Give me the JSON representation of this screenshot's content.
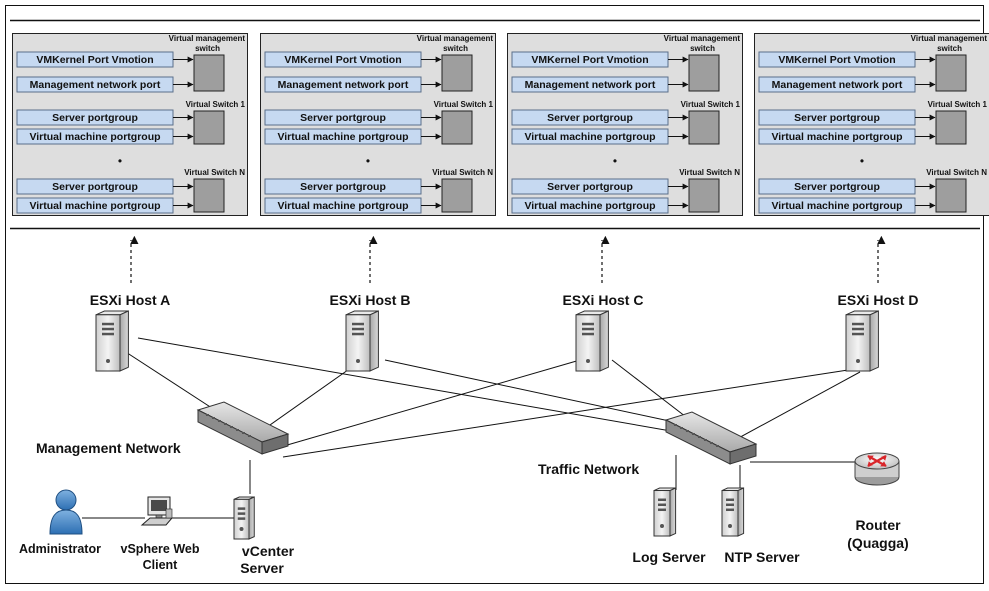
{
  "panels": [
    {
      "mgmt_switch_line1": "Virtual management",
      "mgmt_switch_line2": "switch",
      "vmk_port": "VMKernel Port Vmotion",
      "mgmt_port": "Management network port",
      "switch1": "Virtual Switch 1",
      "server_pg_1": "Server portgroup",
      "vm_pg_1": "Virtual machine portgroup",
      "dot": "•",
      "switchN": "Virtual Switch N",
      "server_pg_n": "Server portgroup",
      "vm_pg_n": "Virtual machine portgroup"
    },
    {
      "mgmt_switch_line1": "Virtual management",
      "mgmt_switch_line2": "switch",
      "vmk_port": "VMKernel Port Vmotion",
      "mgmt_port": "Management network port",
      "switch1": "Virtual Switch 1",
      "server_pg_1": "Server portgroup",
      "vm_pg_1": "Virtual machine portgroup",
      "dot": "•",
      "switchN": "Virtual Switch N",
      "server_pg_n": "Server portgroup",
      "vm_pg_n": "Virtual machine portgroup"
    },
    {
      "mgmt_switch_line1": "Virtual management",
      "mgmt_switch_line2": "switch",
      "vmk_port": "VMKernel Port Vmotion",
      "mgmt_port": "Management network port",
      "switch1": "Virtual Switch 1",
      "server_pg_1": "Server portgroup",
      "vm_pg_1": "Virtual machine portgroup",
      "dot": "•",
      "switchN": "Virtual Switch N",
      "server_pg_n": "Server portgroup",
      "vm_pg_n": "Virtual machine portgroup"
    },
    {
      "mgmt_switch_line1": "Virtual management",
      "mgmt_switch_line2": "switch",
      "vmk_port": "VMKernel Port Vmotion",
      "mgmt_port": "Management network port",
      "switch1": "Virtual Switch 1",
      "server_pg_1": "Server portgroup",
      "vm_pg_1": "Virtual machine portgroup",
      "dot": "•",
      "switchN": "Virtual Switch N",
      "server_pg_n": "Server portgroup",
      "vm_pg_n": "Virtual machine portgroup"
    }
  ],
  "hosts": {
    "a": "ESXi Host A",
    "b": "ESXi Host B",
    "c": "ESXi Host C",
    "d": "ESXi Host D"
  },
  "networks": {
    "management": "Management Network",
    "traffic": "Traffic Network"
  },
  "nodes": {
    "administrator": "Administrator",
    "vsphere_line1": "vSphere Web",
    "vsphere_line2": "Client",
    "vcenter_line1": "vCenter",
    "vcenter_line2": "Server",
    "log_server": "Log Server",
    "ntp_server": "NTP Server",
    "router_line1": "Router",
    "router_line2": "(Quagga)"
  },
  "icons": {
    "host": "server-tower-icon",
    "switch": "network-switch-icon",
    "admin": "user-icon",
    "client": "workstation-icon",
    "router": "router-icon"
  },
  "colors": {
    "port_fill": "#c6d9f1",
    "panel_fill": "#dedede",
    "switch_box": "#9e9e9e",
    "router_arrow": "#d9262b"
  }
}
